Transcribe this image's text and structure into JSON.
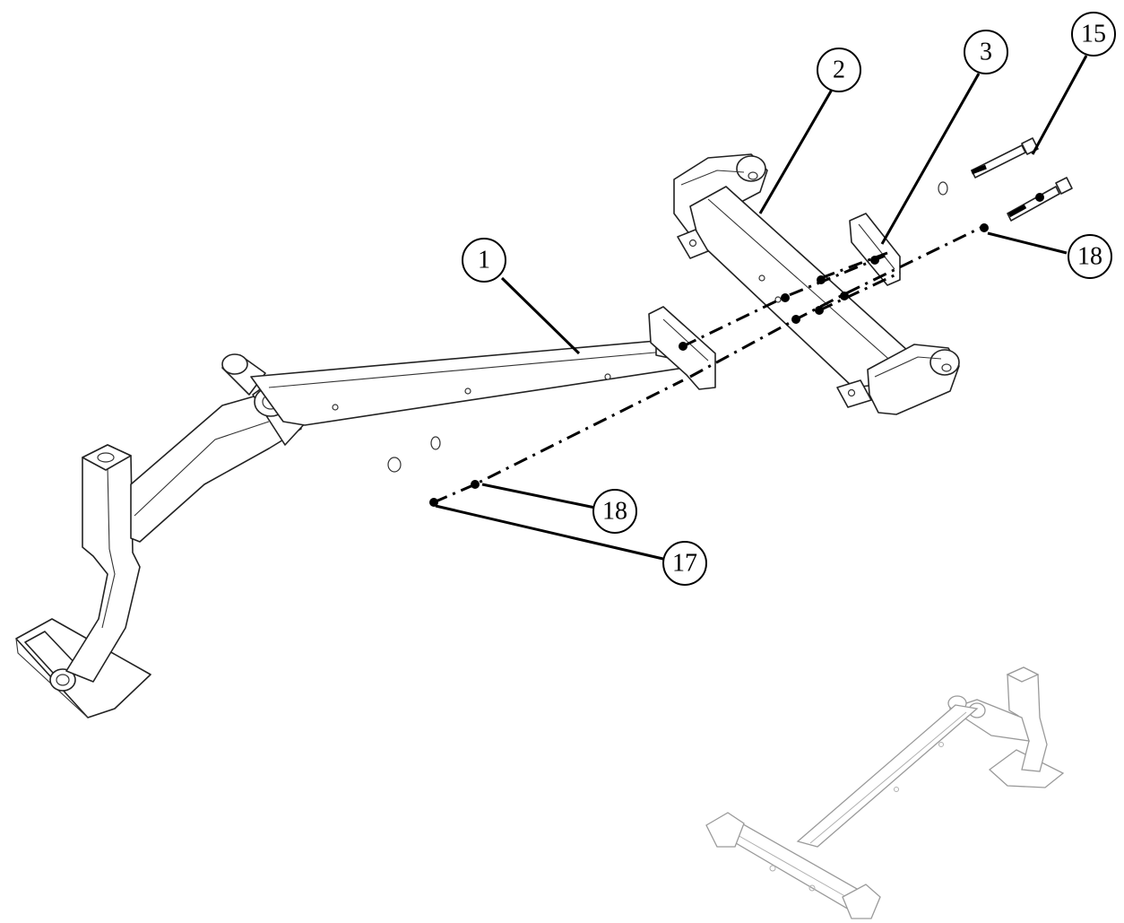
{
  "callouts": {
    "part_1": "1",
    "part_2": "2",
    "part_3": "3",
    "part_15": "15",
    "part_18_upper": "18",
    "part_18_lower": "18",
    "part_17": "17"
  }
}
